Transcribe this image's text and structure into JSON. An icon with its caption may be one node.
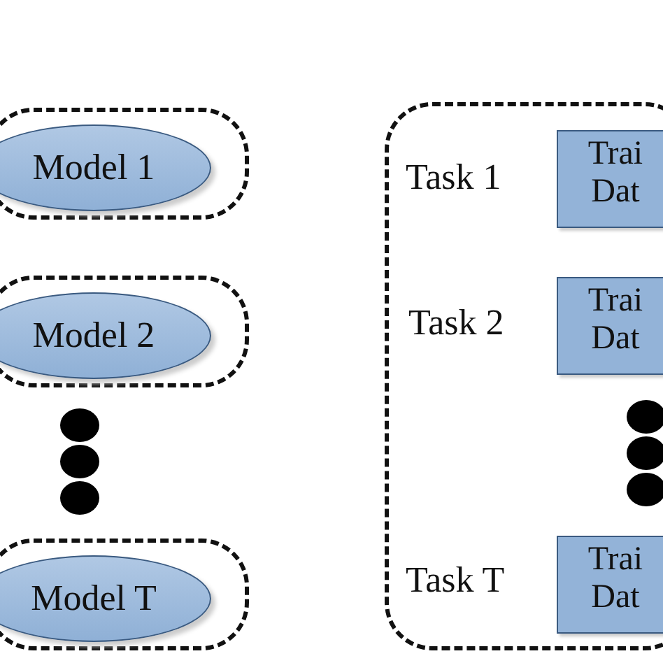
{
  "diagram": {
    "nodes": [
      {
        "text": [],
        "shape": "box"
      },
      {
        "text": [
          "Model 1"
        ],
        "in": 0
      },
      {
        "text": [],
        "shape": "box"
      },
      {
        "text": [
          "Model 2"
        ],
        "in": 2
      },
      {
        "text": [],
        "shape": "box"
      },
      {
        "text": [
          "Model T"
        ],
        "in": 4
      },
      {
        "text": [],
        "shape": "box"
      },
      {
        "text": [
          "Trai Dat"
        ],
        "in": 6
      },
      {
        "text": [
          "Trai Dat"
        ],
        "in": 6
      },
      {
        "text": [
          "Trai Dat"
        ],
        "in": 6
      }
    ],
    "labels": [
      "Task 1",
      "Task 2",
      "Task T"
    ]
  }
}
